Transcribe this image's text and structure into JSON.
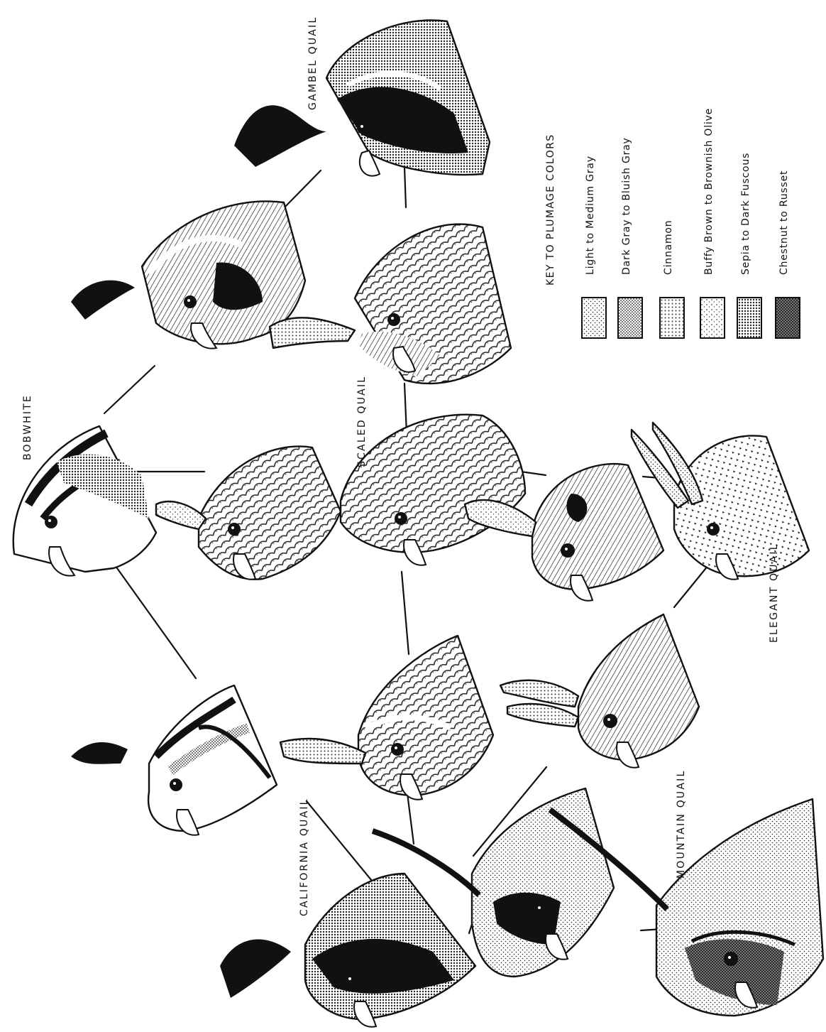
{
  "species_labels": {
    "bobwhite": "BOBWHITE",
    "gambel": "GAMBEL QUAIL",
    "scaled": "SCALED QUAIL",
    "elegant": "ELEGANT QUAIL",
    "california": "CALIFORNIA QUAIL",
    "mountain": "MOUNTAIN QUAIL"
  },
  "key": {
    "title": "KEY TO PLUMAGE COLORS",
    "items": [
      {
        "label": "Light to Medium Gray",
        "pattern": "light-gray"
      },
      {
        "label": "Dark Gray to Bluish Gray",
        "pattern": "dark-gray"
      },
      {
        "label": "Cinnamon",
        "pattern": "cinnamon"
      },
      {
        "label": "Buffy Brown to Brownish Olive",
        "pattern": "buffy"
      },
      {
        "label": "Sepia to Dark Fuscous",
        "pattern": "sepia"
      },
      {
        "label": "Chestnut to Russet",
        "pattern": "chestnut"
      }
    ]
  }
}
